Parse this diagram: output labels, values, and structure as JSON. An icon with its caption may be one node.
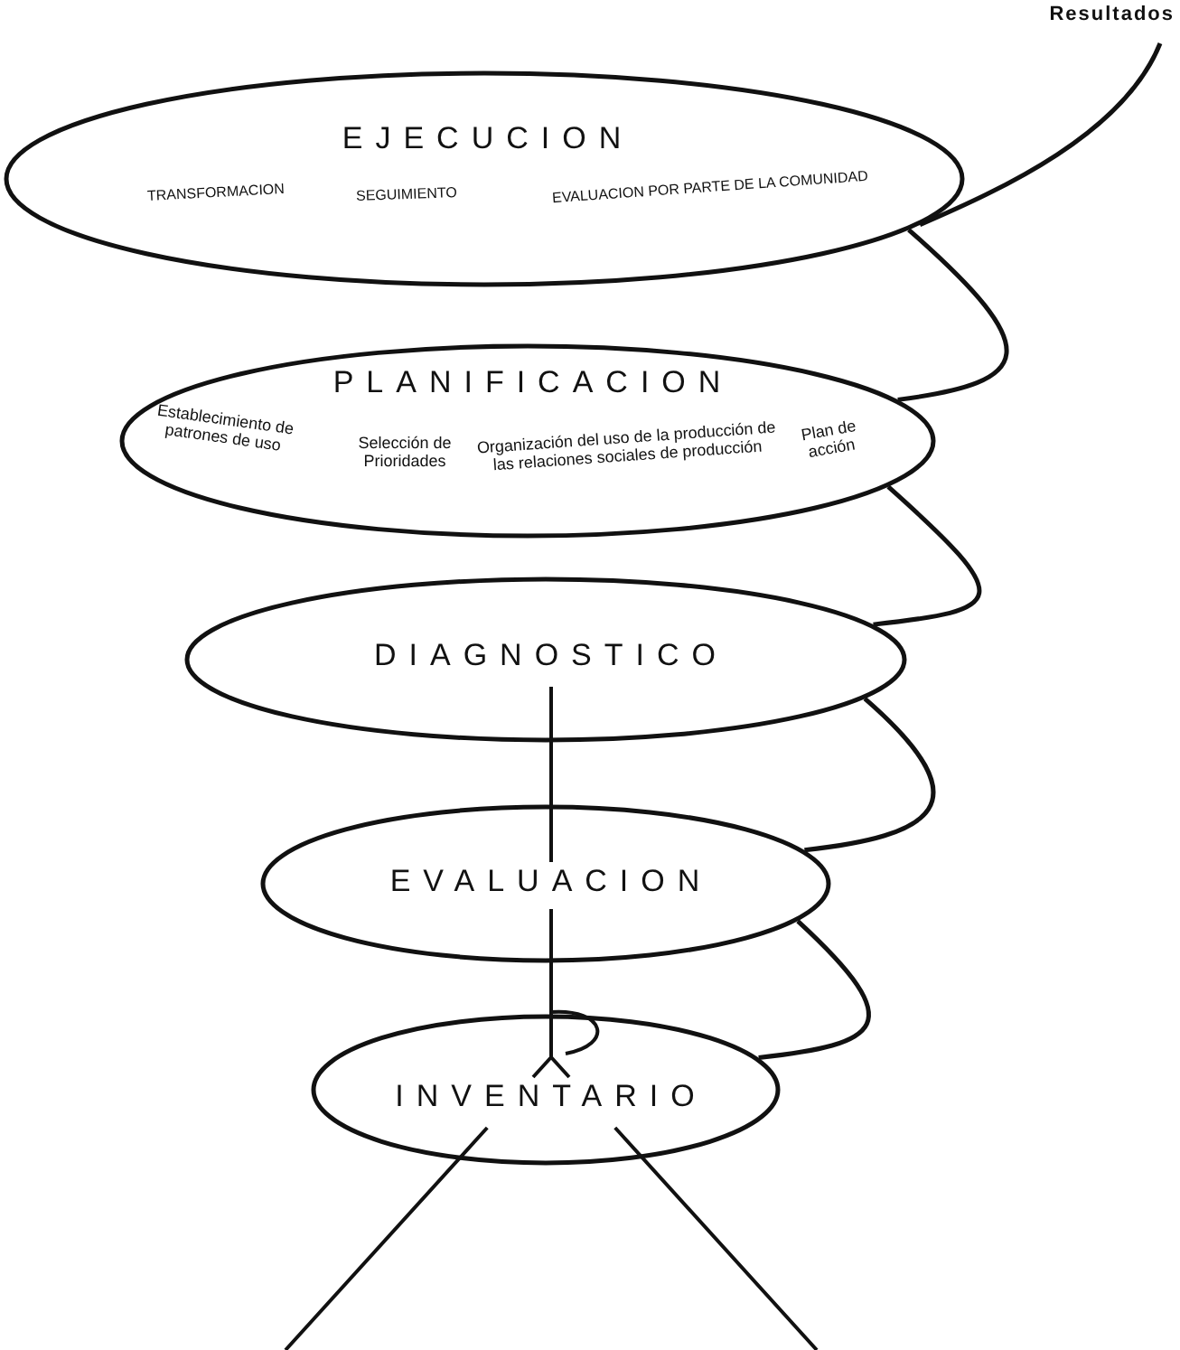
{
  "diagram": {
    "nodes": [
      {
        "text": [
          "Resultados"
        ]
      },
      {
        "text": [
          "EJECUCION",
          "TRANSFORMACION",
          "SEGUIMIENTO",
          "EVALUACION POR PARTE DE LA COMUNIDAD"
        ]
      },
      {
        "text": [
          "PLANIFICACION",
          "Establecimiento de patrones de uso",
          "Selección de Prioridades",
          "Organización del uso de la producción de las relaciones sociales de producción",
          "Plan de acción"
        ]
      },
      {
        "text": [
          "DIAGNOSTICO"
        ]
      },
      {
        "text": [
          "EVALUACION"
        ]
      },
      {
        "text": [
          "INVENTARIO"
        ]
      }
    ],
    "edges": [
      {
        "from": 5,
        "to": 4,
        "arrow": "none"
      },
      {
        "from": 4,
        "to": 3,
        "arrow": "none"
      },
      {
        "from": 3,
        "to": 2,
        "arrow": "none"
      },
      {
        "from": 2,
        "to": 1,
        "arrow": "none"
      },
      {
        "from": 1,
        "to": 0,
        "arrow": "none"
      }
    ]
  }
}
